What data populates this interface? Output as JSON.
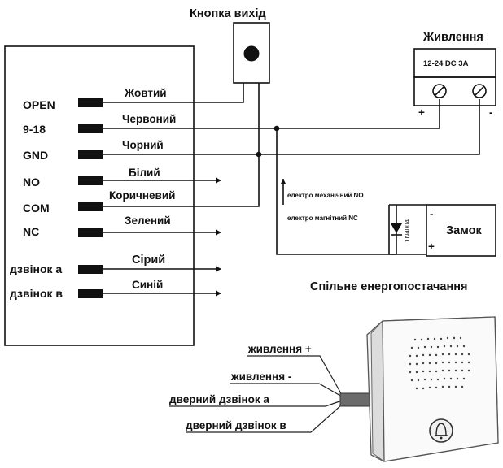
{
  "exit_button": {
    "title": "Кнопка вихід"
  },
  "controller": {
    "terminals": [
      {
        "label": "OPEN",
        "wire": "Жовтий"
      },
      {
        "label": "9-18",
        "wire": "Червоний"
      },
      {
        "label": "GND",
        "wire": "Чорний"
      },
      {
        "label": "NO",
        "wire": "Білий"
      },
      {
        "label": "COM",
        "wire": "Коричневий"
      },
      {
        "label": "NC",
        "wire": "Зелений"
      },
      {
        "label": "дзвінок а",
        "wire": "Сірий"
      },
      {
        "label": "дзвінок в",
        "wire": "Синій"
      }
    ]
  },
  "power": {
    "title": "Живлення",
    "rating": "12-24 DC 3A",
    "plus": "+",
    "minus": "-"
  },
  "lock": {
    "title": "Замок",
    "note_no": "електро механічний NO",
    "note_nc": "електро магнітний NC",
    "diode": "1N4004",
    "minus": "-",
    "plus": "+"
  },
  "doorbell": {
    "title": "Спільне енергопостачання",
    "wires": [
      "живлення +",
      "живлення -",
      "дверний дзвінок а",
      "дверний дзвінок в"
    ]
  }
}
